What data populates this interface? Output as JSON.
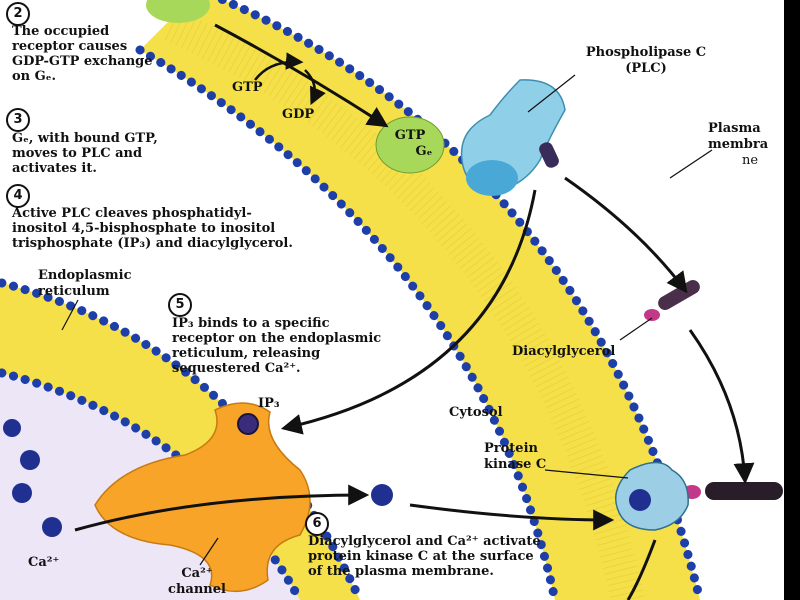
{
  "colors": {
    "membrane_yellow": "#F5E04A",
    "membrane_blue": "#1E3FA8",
    "er_lumen": "#EDE6F7",
    "plc_blue": "#8FD0E8",
    "gq_green": "#A8D85A",
    "channel_orange": "#F7A428",
    "pkc_blue": "#9CCFE6",
    "arrow": "#111111",
    "ip3_purple": "#3A2C7A"
  },
  "steps": [
    {
      "number": "2",
      "lines": [
        "The occupied",
        "receptor causes",
        "GDP-GTP exchange",
        "on Gₑ."
      ]
    },
    {
      "number": "3",
      "lines": [
        "Gₑ, with bound GTP,",
        "moves to PLC and",
        "activates it."
      ]
    },
    {
      "number": "4",
      "lines": [
        "Active PLC cleaves phosphatidyl-",
        "inositol 4,5-bisphosphate to inositol",
        "trisphosphate (IP₃) and diacylglycerol."
      ]
    },
    {
      "number": "5",
      "lines": [
        "IP₃ binds to a specific",
        "receptor on the endoplasmic",
        "reticulum, releasing",
        "sequestered Ca²⁺."
      ]
    },
    {
      "number": "6",
      "lines": [
        "Diacylglycerol and Ca²⁺ activate",
        "protein kinase C at the surface",
        "of the plasma membrane."
      ]
    }
  ],
  "labels": {
    "gtp": "GTP",
    "gdp": "GDP",
    "gq_gtp": "GTP",
    "gq": "Gₑ",
    "plc_line1": "Phospholipase C",
    "plc_line2": "(PLC)",
    "plasma_line1": "Plasma",
    "plasma_line2": "membra",
    "plasma_line3": "ne",
    "er_line1": "Endoplasmic",
    "er_line2": "reticulum",
    "diacylglycerol": "Diacylglycerol",
    "ip3": "IP₃",
    "cytosol": "Cytosol",
    "pkc_line1": "Protein",
    "pkc_line2": "kinase C",
    "ca_left": "Ca²⁺",
    "channel_line1": "Ca²⁺",
    "channel_line2": "channel"
  }
}
